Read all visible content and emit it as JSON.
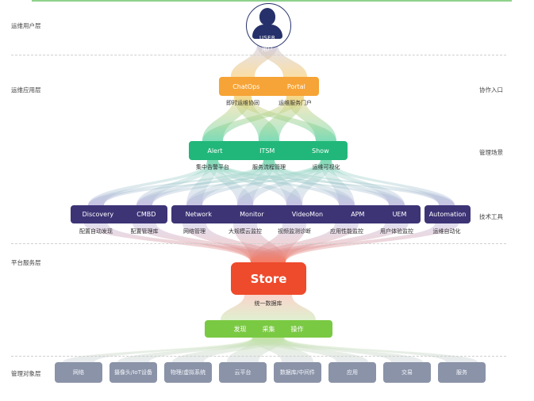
{
  "layers": {
    "user": "运维用户层",
    "app": "运维应用层",
    "platform": "平台服务层",
    "objects": "管理对象层"
  },
  "right_labels": {
    "collab": "协作入口",
    "scenario": "管理场景",
    "tools": "技术工具"
  },
  "user": {
    "label": "USER",
    "sub": "用户"
  },
  "entry": {
    "items": [
      {
        "label": "ChatOps",
        "sub": "即时运维协同"
      },
      {
        "label": "Portal",
        "sub": "运维服务门户"
      }
    ]
  },
  "scenes": {
    "items": [
      {
        "label": "Alert",
        "sub": "集中告警平台"
      },
      {
        "label": "ITSM",
        "sub": "服务流程管理"
      },
      {
        "label": "Show",
        "sub": "运维可视化"
      }
    ]
  },
  "tools": {
    "g1": [
      {
        "label": "Discovery",
        "sub": "配置自动发现"
      },
      {
        "label": "CMBD",
        "sub": "配置管理库"
      }
    ],
    "g2": [
      {
        "label": "Network",
        "sub": "网络管理"
      },
      {
        "label": "Monitor",
        "sub": "大规模云监控"
      },
      {
        "label": "VideoMon",
        "sub": "视频监测诊断"
      },
      {
        "label": "APM",
        "sub": "应用性能监控"
      },
      {
        "label": "UEM",
        "sub": "用户体验监控"
      }
    ],
    "g3": [
      {
        "label": "Automation",
        "sub": "运维自动化"
      }
    ]
  },
  "store": {
    "label": "Store",
    "sub": "统一数据库"
  },
  "collect": {
    "items": [
      "发现",
      "采集",
      "操作"
    ]
  },
  "objects": [
    "网络",
    "摄像头/IoT设备",
    "物理/虚拟系统",
    "云平台",
    "数据库/中间件",
    "应用",
    "交易",
    "服务"
  ],
  "colors": {
    "orange": "#f6a437",
    "green": "#22b77a",
    "purple": "#3d3476",
    "store": "#ee4a2c",
    "lime": "#7ac943",
    "object": "#8a93a8",
    "user": "#26316b"
  }
}
